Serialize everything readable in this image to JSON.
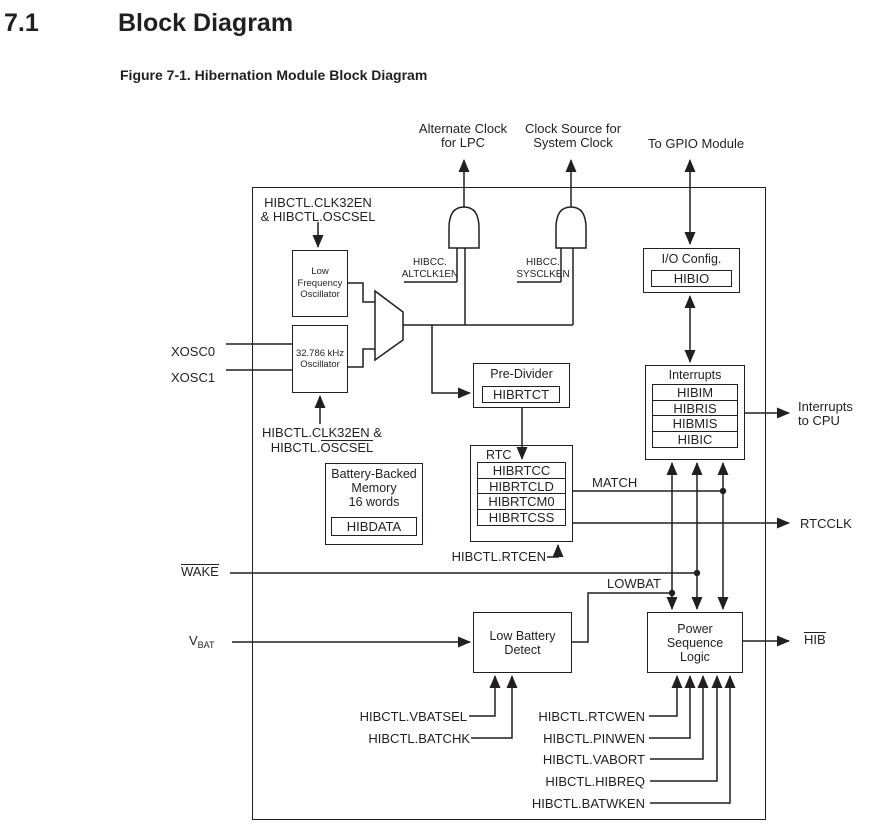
{
  "page": {
    "section_number": "7.1",
    "section_title": "Block Diagram",
    "figure_caption": "Figure 7-1. Hibernation Module Block Diagram"
  },
  "external_labels": {
    "alt_clock_line1": "Alternate Clock",
    "alt_clock_line2": "for LPC",
    "clock_source_line1": "Clock Source for",
    "clock_source_line2": "System Clock",
    "to_gpio": "To GPIO Module",
    "interrupts_to_cpu_line1": "Interrupts",
    "interrupts_to_cpu_line2": "to CPU",
    "rtcclk": "RTCCLK",
    "hib": "HIB",
    "xosc0": "XOSC0",
    "xosc1": "XOSC1",
    "wake": "WAKE",
    "vbat_letter": "V",
    "vbat_sub": "BAT"
  },
  "control_labels": {
    "clk32_top_line1": "HIBCTL.CLK32EN",
    "clk32_top_line2": "& HIBCTL.OSCSEL",
    "clk32_bottom_line1": "HIBCTL.CLK32EN &",
    "clk32_bottom_prefix": "HIBCTL.",
    "clk32_bottom_overline": "OSCSEL",
    "altclk1en_line1": "HIBCC.",
    "altclk1en_line2": "ALTCLK1EN",
    "sysclken_line1": "HIBCC.",
    "sysclken_line2": "SYSCLKEN",
    "rtcen": "HIBCTL.RTCEN",
    "match": "MATCH",
    "lowbat": "LOWBAT",
    "vbatsel": "HIBCTL.VBATSEL",
    "batchk": "HIBCTL.BATCHK",
    "rtcwen": "HIBCTL.RTCWEN",
    "pinwen": "HIBCTL.PINWEN",
    "vabort": "HIBCTL.VABORT",
    "hibreq": "HIBCTL.HIBREQ",
    "batwken": "HIBCTL.BATWKEN"
  },
  "blocks": {
    "lfo": {
      "line1": "Low",
      "line2": "Frequency",
      "line3": "Oscillator"
    },
    "osc32": {
      "line1": "32.786 kHz",
      "line2": "Oscillator"
    },
    "pre_divider": {
      "title": "Pre-Divider",
      "register": "HIBRTCT"
    },
    "rtc": {
      "title": "RTC",
      "registers": [
        "HIBRTCC",
        "HIBRTCLD",
        "HIBRTCM0",
        "HIBRTCSS"
      ]
    },
    "io_config": {
      "title": "I/O Config.",
      "register": "HIBIO"
    },
    "interrupts": {
      "title": "Interrupts",
      "registers": [
        "HIBIM",
        "HIBRIS",
        "HIBMIS",
        "HIBIC"
      ]
    },
    "battery_memory": {
      "line1": "Battery-Backed",
      "line2": "Memory",
      "line3": "16 words",
      "register": "HIBDATA"
    },
    "low_battery": {
      "line1": "Low Battery",
      "line2": "Detect"
    },
    "power_seq": {
      "line1": "Power",
      "line2": "Sequence",
      "line3": "Logic"
    }
  },
  "colors": {
    "line": "#231f20",
    "text": "#231f20",
    "background": "#ffffff"
  }
}
